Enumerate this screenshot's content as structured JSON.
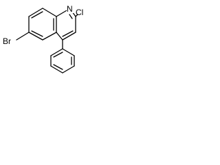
{
  "molecule": {
    "atoms": {
      "bromine": "Br",
      "nitrogen": "N",
      "chlorine": "Cl"
    }
  }
}
